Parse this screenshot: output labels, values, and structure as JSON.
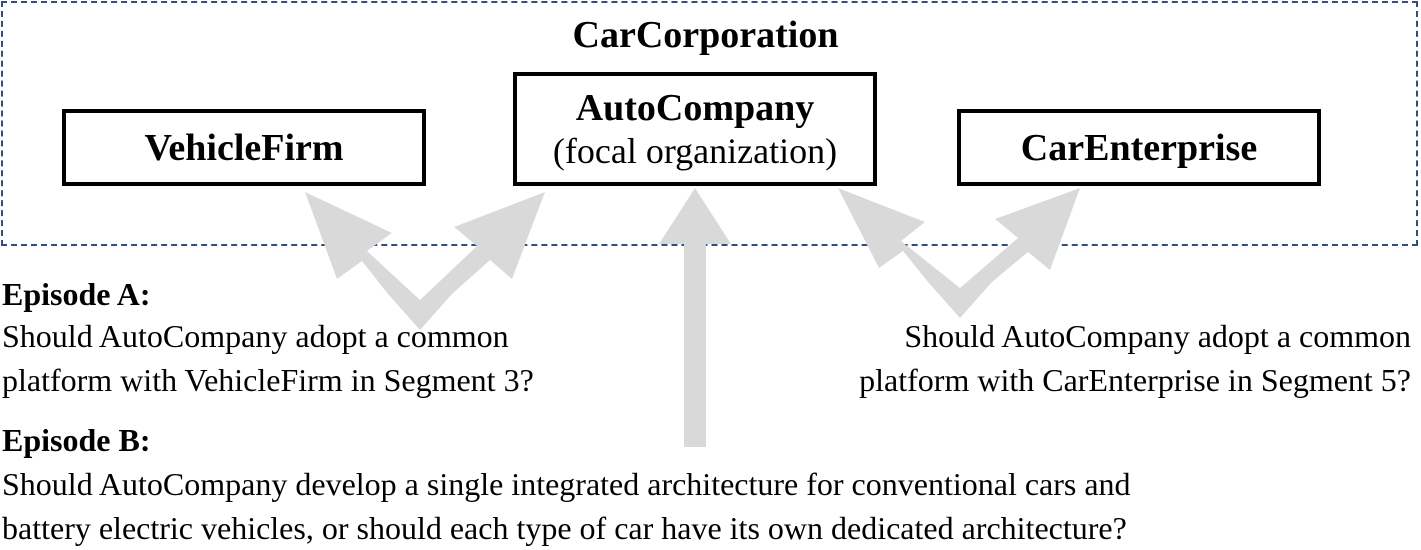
{
  "diagram": {
    "corporation": {
      "title": "CarCorporation"
    },
    "organizations": {
      "vehicle_firm": {
        "name": "VehicleFirm"
      },
      "auto_company": {
        "name": "AutoCompany",
        "note": "(focal organization)"
      },
      "car_enterprise": {
        "name": "CarEnterprise"
      }
    },
    "episode_a": {
      "heading": "Episode A:",
      "left_question_lines": [
        "Should AutoCompany adopt a common",
        "platform with VehicleFirm in Segment 3?"
      ],
      "right_question_lines": [
        "Should AutoCompany adopt a common",
        "platform with CarEnterprise in Segment 5?"
      ]
    },
    "episode_b": {
      "heading": "Episode B:",
      "question_lines": [
        "Should AutoCompany develop a single integrated architecture for conventional cars and",
        "battery electric vehicles, or should each type of car have its own dedicated architecture?"
      ]
    },
    "colors": {
      "frame_border": "#2f4f7f",
      "box_border": "#000000",
      "arrow_fill": "#d9d9d9",
      "text": "#000000"
    }
  }
}
